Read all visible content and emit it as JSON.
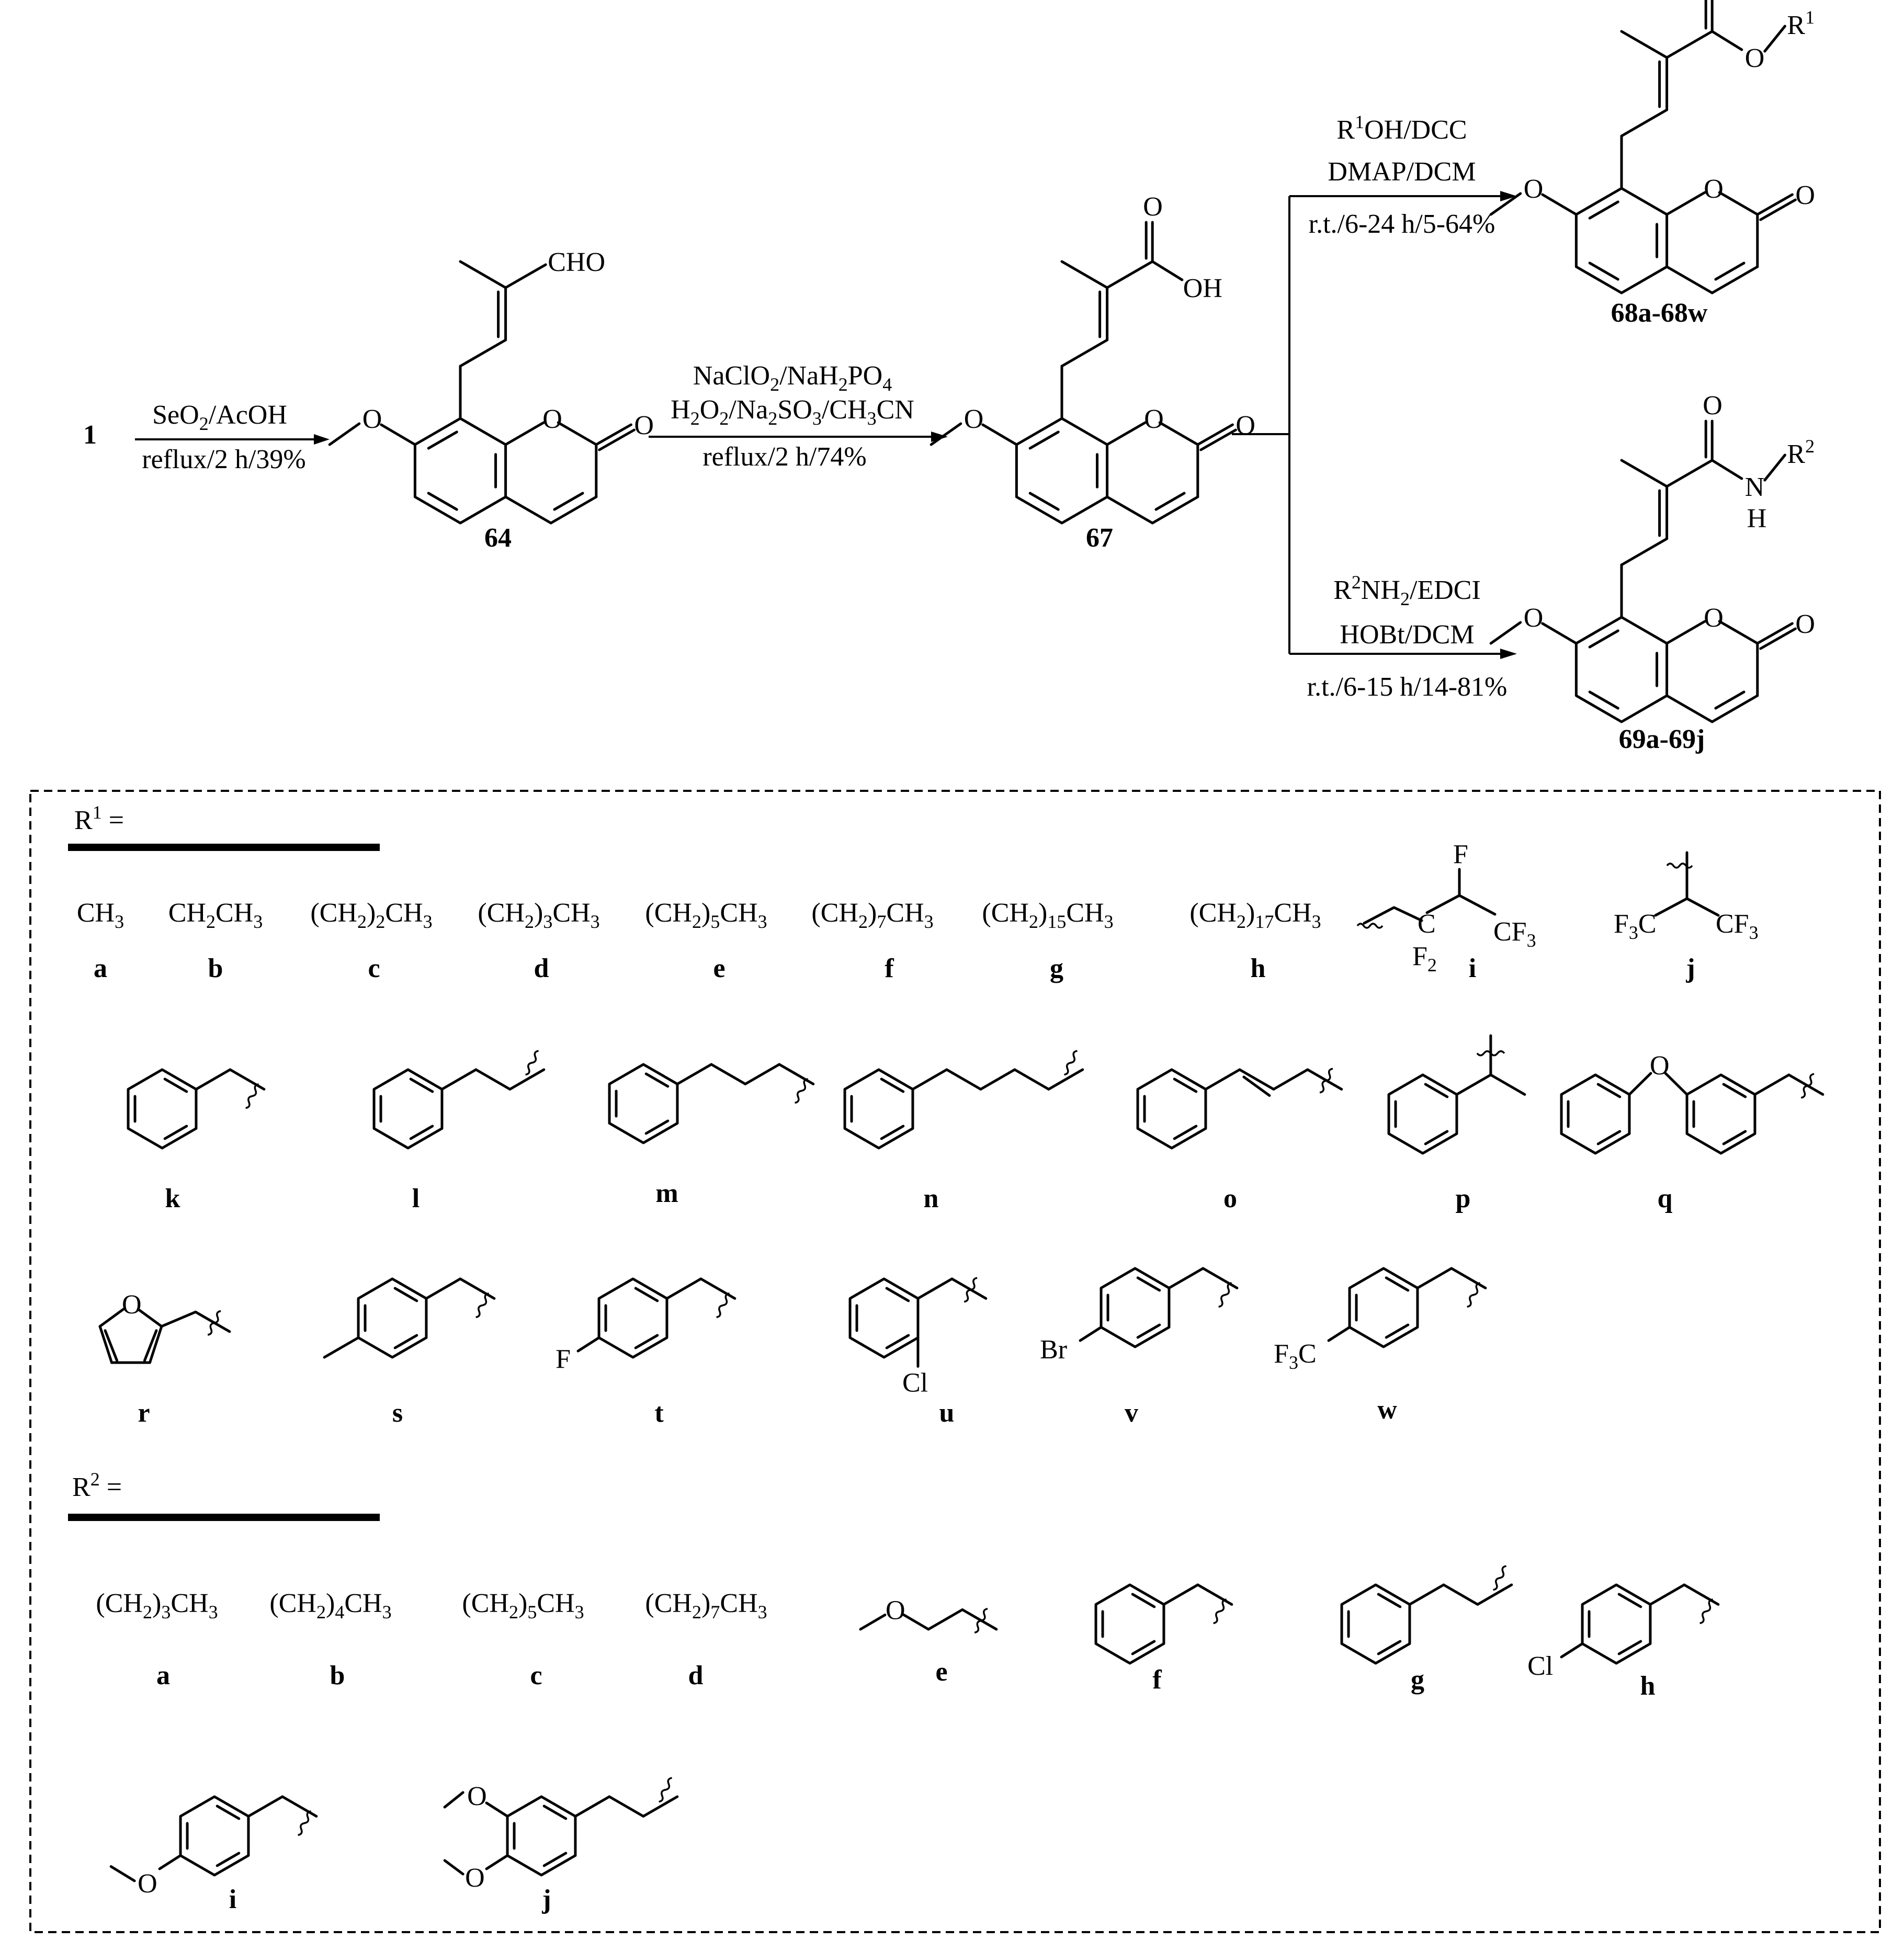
{
  "scheme": {
    "start_compound": "1",
    "step1": {
      "line1": "SeO2/AcOH",
      "line2": "reflux/2 h/39%"
    },
    "compound_64": {
      "label": "64",
      "group": "CHO"
    },
    "step2": {
      "line1": "NaClO2/NaH2PO4",
      "line2": "H2O2/Na2SO3/CH3CN",
      "line3": "reflux/2 h/74%"
    },
    "compound_67": {
      "label": "67",
      "group_o": "O",
      "group_oh": "OH"
    },
    "step3a": {
      "line1": "R1OH/DCC",
      "line2": "DMAP/DCM",
      "line3": "r.t./6-24 h/5-64%"
    },
    "product_68": {
      "label": "68a-68w",
      "o": "O",
      "r": "R1"
    },
    "step3b": {
      "line1": "R2NH2/EDCI",
      "line2": "HOBt/DCM",
      "line3": "r.t./6-15 h/14-81%"
    },
    "product_69": {
      "label": "69a-69j",
      "o": "O",
      "n": "N",
      "h": "H",
      "r": "R2"
    }
  },
  "r1": {
    "header": "R1 =",
    "alkyl": [
      {
        "formula": "CH3",
        "id": "a"
      },
      {
        "formula": "CH2CH3",
        "id": "b"
      },
      {
        "formula": "(CH2)2CH3",
        "id": "c"
      },
      {
        "formula": "(CH2)3CH3",
        "id": "d"
      },
      {
        "formula": "(CH2)5CH3",
        "id": "e"
      },
      {
        "formula": "(CH2)7CH3",
        "id": "f"
      },
      {
        "formula": "(CH2)15CH3",
        "id": "g"
      },
      {
        "formula": "(CH2)17CH3",
        "id": "h"
      }
    ],
    "fluoro": [
      {
        "id": "i",
        "atoms": [
          "F",
          "C",
          "F2",
          "CF3"
        ]
      },
      {
        "id": "j",
        "atoms": [
          "F3C",
          "CF3"
        ]
      }
    ],
    "row2": [
      {
        "id": "k"
      },
      {
        "id": "l"
      },
      {
        "id": "m"
      },
      {
        "id": "n"
      },
      {
        "id": "o"
      },
      {
        "id": "p"
      },
      {
        "id": "q",
        "atom": "O"
      }
    ],
    "row3": [
      {
        "id": "r",
        "atom": "O"
      },
      {
        "id": "s"
      },
      {
        "id": "t",
        "atom": "F"
      },
      {
        "id": "u",
        "atom": "Cl"
      },
      {
        "id": "v",
        "atom": "Br"
      },
      {
        "id": "w",
        "atom": "F3C"
      }
    ]
  },
  "r2": {
    "header": "R2 =",
    "alkyl": [
      {
        "formula": "(CH2)3CH3",
        "id": "a"
      },
      {
        "formula": "(CH2)4CH3",
        "id": "b"
      },
      {
        "formula": "(CH2)5CH3",
        "id": "c"
      },
      {
        "formula": "(CH2)7CH3",
        "id": "d"
      }
    ],
    "rings": [
      {
        "id": "e",
        "atom": "O"
      },
      {
        "id": "f"
      },
      {
        "id": "g"
      },
      {
        "id": "h",
        "atom": "Cl"
      },
      {
        "id": "i",
        "atom": "O"
      },
      {
        "id": "j",
        "atom": "O"
      }
    ]
  }
}
